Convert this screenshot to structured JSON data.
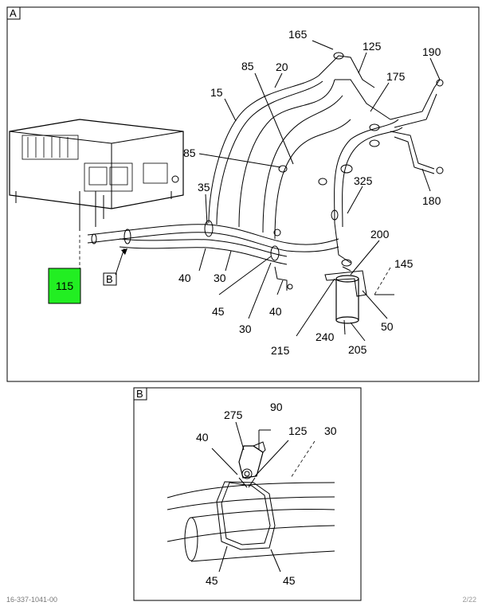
{
  "view_a": {
    "label": "A"
  },
  "view_b": {
    "label": "B"
  },
  "callouts_a": {
    "c165": "165",
    "c125": "125",
    "c190": "190",
    "c85a": "85",
    "c20": "20",
    "c175": "175",
    "c15": "15",
    "c85b": "85",
    "c35": "35",
    "c325": "325",
    "c180": "180",
    "c200": "200",
    "c145": "145",
    "c40a": "40",
    "c30a": "30",
    "c45": "45",
    "c40b": "40",
    "c30b": "30",
    "c215": "215",
    "c240": "240",
    "c205": "205",
    "c50": "50",
    "cB": "B"
  },
  "highlight": {
    "label": "115",
    "color": "#22ee22"
  },
  "callouts_b": {
    "c275": "275",
    "c90": "90",
    "c40": "40",
    "c125": "125",
    "c30": "30",
    "c45a": "45",
    "c45b": "45"
  },
  "footer": {
    "left": "16-337-1041-00",
    "right": "2/22"
  }
}
